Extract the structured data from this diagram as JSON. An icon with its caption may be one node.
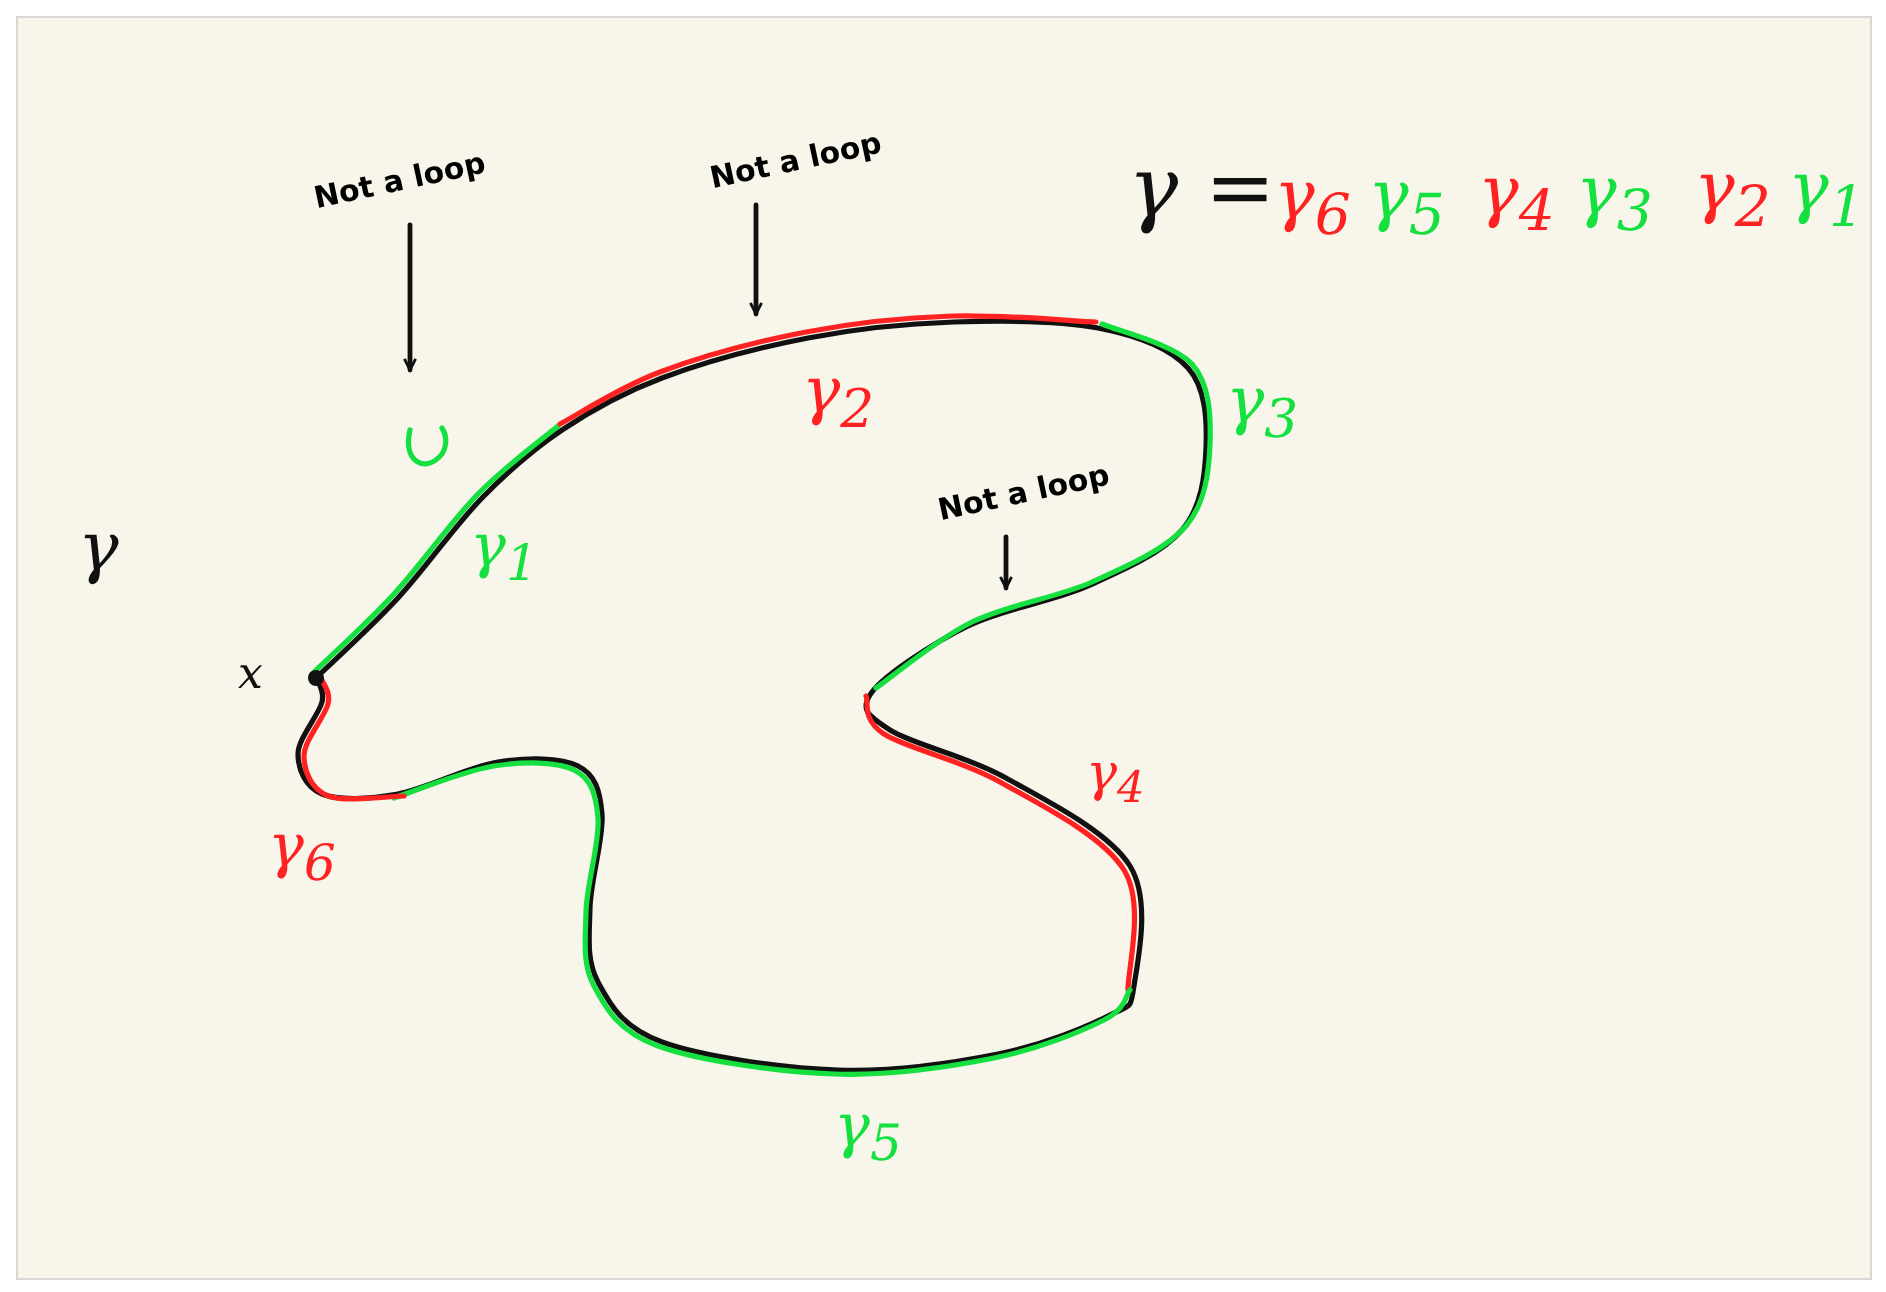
{
  "diagram": {
    "nodes": [
      {
        "text": [
          "Not a loop"
        ]
      },
      {
        "text": [
          "Not a loop"
        ]
      },
      {
        "text": [
          "Not a loop"
        ]
      }
    ],
    "edges": [
      {
        "from": 0,
        "to": null,
        "arrow": "to"
      },
      {
        "from": 1,
        "to": null,
        "arrow": "to"
      },
      {
        "from": 2,
        "to": null,
        "arrow": "to"
      }
    ],
    "labels": [
      "γ =",
      "γ$_{6}$",
      "γ$_{5}$",
      "γ$_{4}$",
      "γ$_{3}$",
      "γ$_{2}$",
      "γ$_{1}$",
      "γ$_{2}$",
      "γ$_{3}$",
      "γ",
      "γ$_{1}$",
      "x",
      "γ$_{4}$",
      "γ$_{6}$",
      "γ$_{5}$"
    ]
  }
}
